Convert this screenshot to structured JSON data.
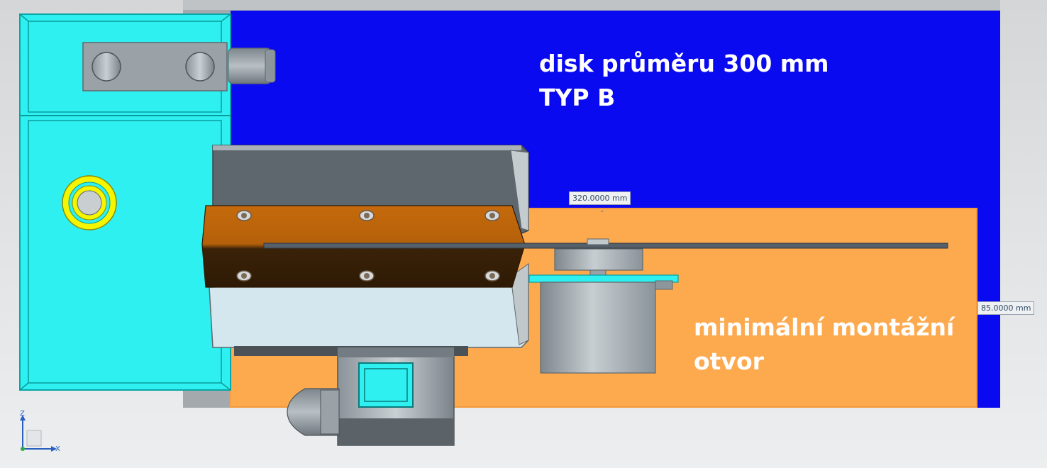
{
  "captions": {
    "disk_line1": "disk průměru 300 mm",
    "disk_line2": "TYP B",
    "opening_line1": "minimální montážní",
    "opening_line2": "otvor"
  },
  "dimensions": {
    "width_label": "320.0000 mm",
    "height_label": "85.0000 mm"
  },
  "triad": {
    "z_label": "Z",
    "x_label": "X"
  },
  "colors": {
    "disk_blue": "#0a0af0",
    "opening_orange": "#fdaa4f",
    "housing_cyan": "#2ef0f0",
    "clamp_brown": "#c0660a",
    "ring_yellow": "#f5f500"
  }
}
